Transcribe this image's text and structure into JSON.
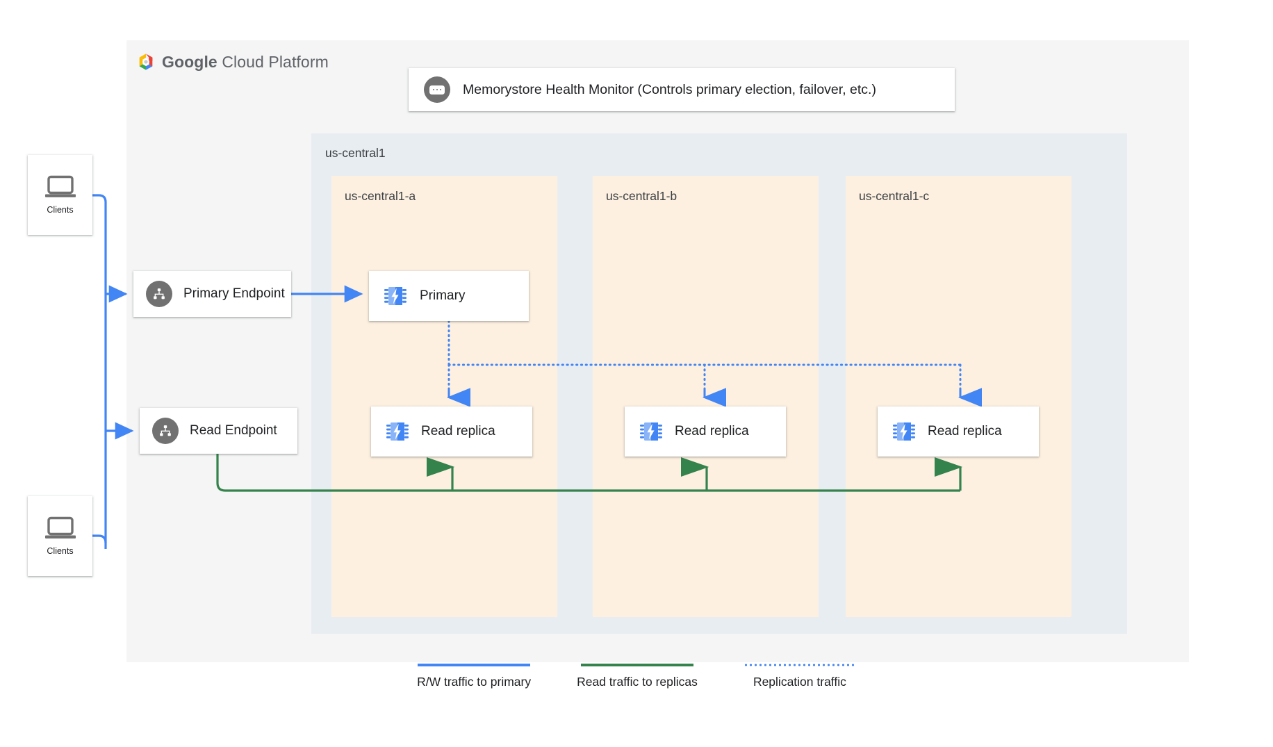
{
  "brand": {
    "name_bold": "Google",
    "name_light": " Cloud Platform",
    "logo_icon": "google-cloud-hexagon-icon",
    "colors": {
      "blue": "#4285f4",
      "green": "#34834c",
      "red": "#ea4335",
      "yellow": "#fbbc04",
      "gray_icon": "#717171",
      "zone_bg": "#fdf0e0",
      "region_bg": "#e8edf2",
      "panel_bg": "#f5f5f5"
    }
  },
  "health_monitor": {
    "icon": "health-monitor-icon",
    "text": "Memorystore Health Monitor (Controls primary election, failover, etc.)"
  },
  "region": {
    "label": "us-central1",
    "zones": [
      {
        "label": "us-central1-a",
        "node": {
          "label": "Primary",
          "icon": "memorystore-chip-icon"
        }
      },
      {
        "label": "us-central1-b",
        "node": {
          "label": "Read replica",
          "icon": "memorystore-chip-icon"
        }
      },
      {
        "label": "us-central1-c",
        "node": {
          "label": "Read replica",
          "icon": "memorystore-chip-icon"
        }
      }
    ],
    "zone_a_replica": {
      "label": "Read replica",
      "icon": "memorystore-chip-icon"
    }
  },
  "endpoints": [
    {
      "label": "Primary Endpoint",
      "icon": "endpoint-hierarchy-icon"
    },
    {
      "label": "Read Endpoint",
      "icon": "endpoint-hierarchy-icon"
    }
  ],
  "clients": [
    {
      "label": "Clients",
      "icon": "laptop-icon"
    },
    {
      "label": "Clients",
      "icon": "laptop-icon"
    }
  ],
  "legend": [
    {
      "label": "R/W traffic to primary",
      "style": "solid-blue",
      "color": "#4285f4"
    },
    {
      "label": "Read traffic to replicas",
      "style": "solid-green",
      "color": "#34834c"
    },
    {
      "label": "Replication traffic",
      "style": "dotted-blue",
      "color": "#4285f4"
    }
  ]
}
